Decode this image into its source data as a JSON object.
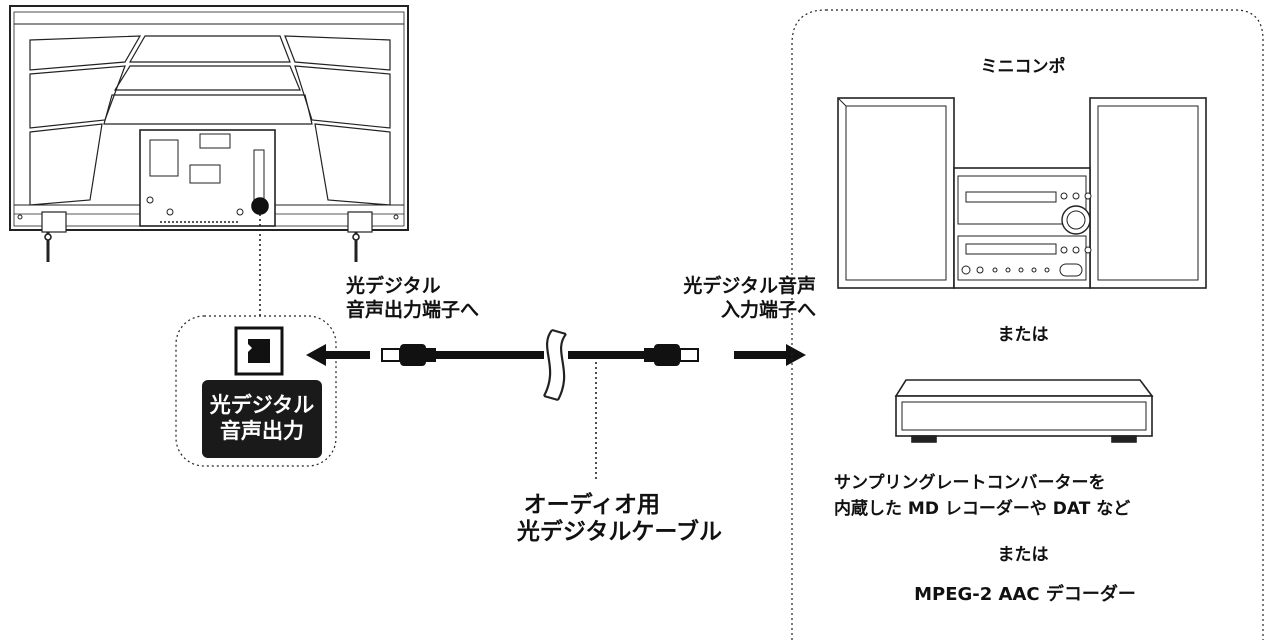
{
  "tv_port": {
    "label_line1": "光デジタル",
    "label_line2": "音声出力"
  },
  "connector_left": {
    "line1": "光デジタル",
    "line2": "音声出力端子へ"
  },
  "connector_right": {
    "line1": "光デジタル音声",
    "line2": "入力端子へ"
  },
  "cable": {
    "line1": "オーディオ用",
    "line2": "光デジタルケーブル"
  },
  "devices": {
    "minicompo": "ミニコンポ",
    "or1": "または",
    "recorder_line1": "サンプリングレートコンバーターを",
    "recorder_line2": "内蔵した MD レコーダーや DAT など",
    "or2": "または",
    "decoder": "MPEG-2 AAC デコーダー"
  }
}
